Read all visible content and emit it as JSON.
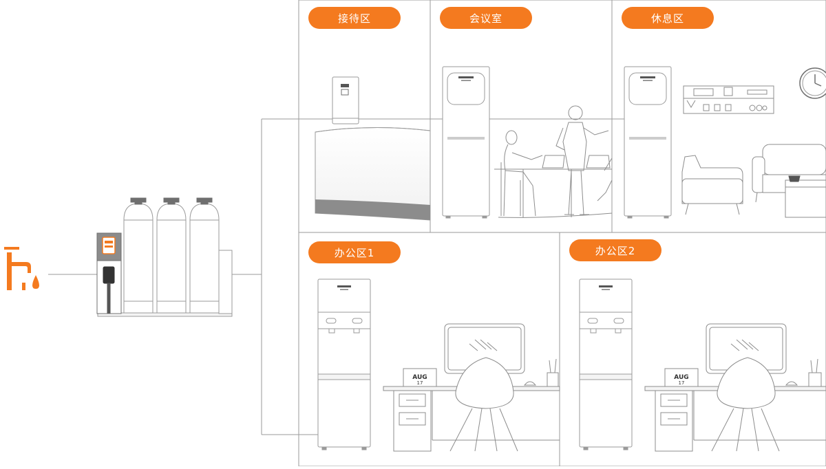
{
  "colors": {
    "accent": "#f47a1f",
    "line": "#9a9a9a",
    "dark_line": "#6f6f6f",
    "light_fill": "#f4f4f4"
  },
  "zones": [
    {
      "id": "reception",
      "label": "接待区"
    },
    {
      "id": "meeting",
      "label": "会议室"
    },
    {
      "id": "lounge",
      "label": "休息区"
    },
    {
      "id": "office1",
      "label": "办公区1"
    },
    {
      "id": "office2",
      "label": "办公区2"
    }
  ],
  "calendar": {
    "month": "AUG",
    "day": "17"
  },
  "icons": [
    "faucet-icon",
    "water-drop-icon",
    "clock-icon"
  ]
}
